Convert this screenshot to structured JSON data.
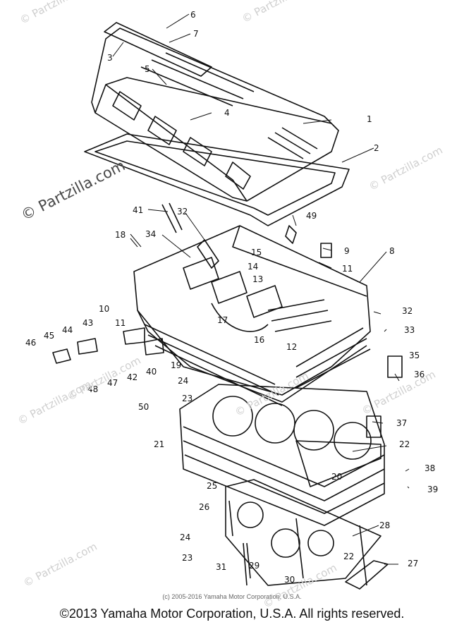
{
  "watermark_text": "© Partzilla.com",
  "copyright_small": "(c) 2005-2016 Yamaha Motor Corporation, U.S.A.",
  "copyright_footer": "©2013 Yamaha Motor Corporation, U.S.A. All rights reserved.",
  "callouts": {
    "n1": "1",
    "n2": "2",
    "n3": "3",
    "n4": "4",
    "n5": "5",
    "n6": "6",
    "n7": "7",
    "n8": "8",
    "n9": "9",
    "n10": "10",
    "n11a": "11",
    "n11b": "11",
    "n12": "12",
    "n13": "13",
    "n14": "14",
    "n15": "15",
    "n16": "16",
    "n17": "17",
    "n18": "18",
    "n19": "19",
    "n20": "20",
    "n21": "21",
    "n22a": "22",
    "n22b": "22",
    "n23a": "23",
    "n23b": "23",
    "n24a": "24",
    "n24b": "24",
    "n25": "25",
    "n26": "26",
    "n27": "27",
    "n28": "28",
    "n29": "29",
    "n30": "30",
    "n31": "31",
    "n32a": "32",
    "n32b": "32",
    "n33": "33",
    "n34": "34",
    "n35": "35",
    "n36": "36",
    "n37": "37",
    "n38": "38",
    "n39": "39",
    "n40": "40",
    "n41": "41",
    "n42": "42",
    "n43": "43",
    "n44": "44",
    "n45": "45",
    "n46": "46",
    "n47": "47",
    "n48": "48",
    "n49": "49",
    "n50": "50"
  }
}
